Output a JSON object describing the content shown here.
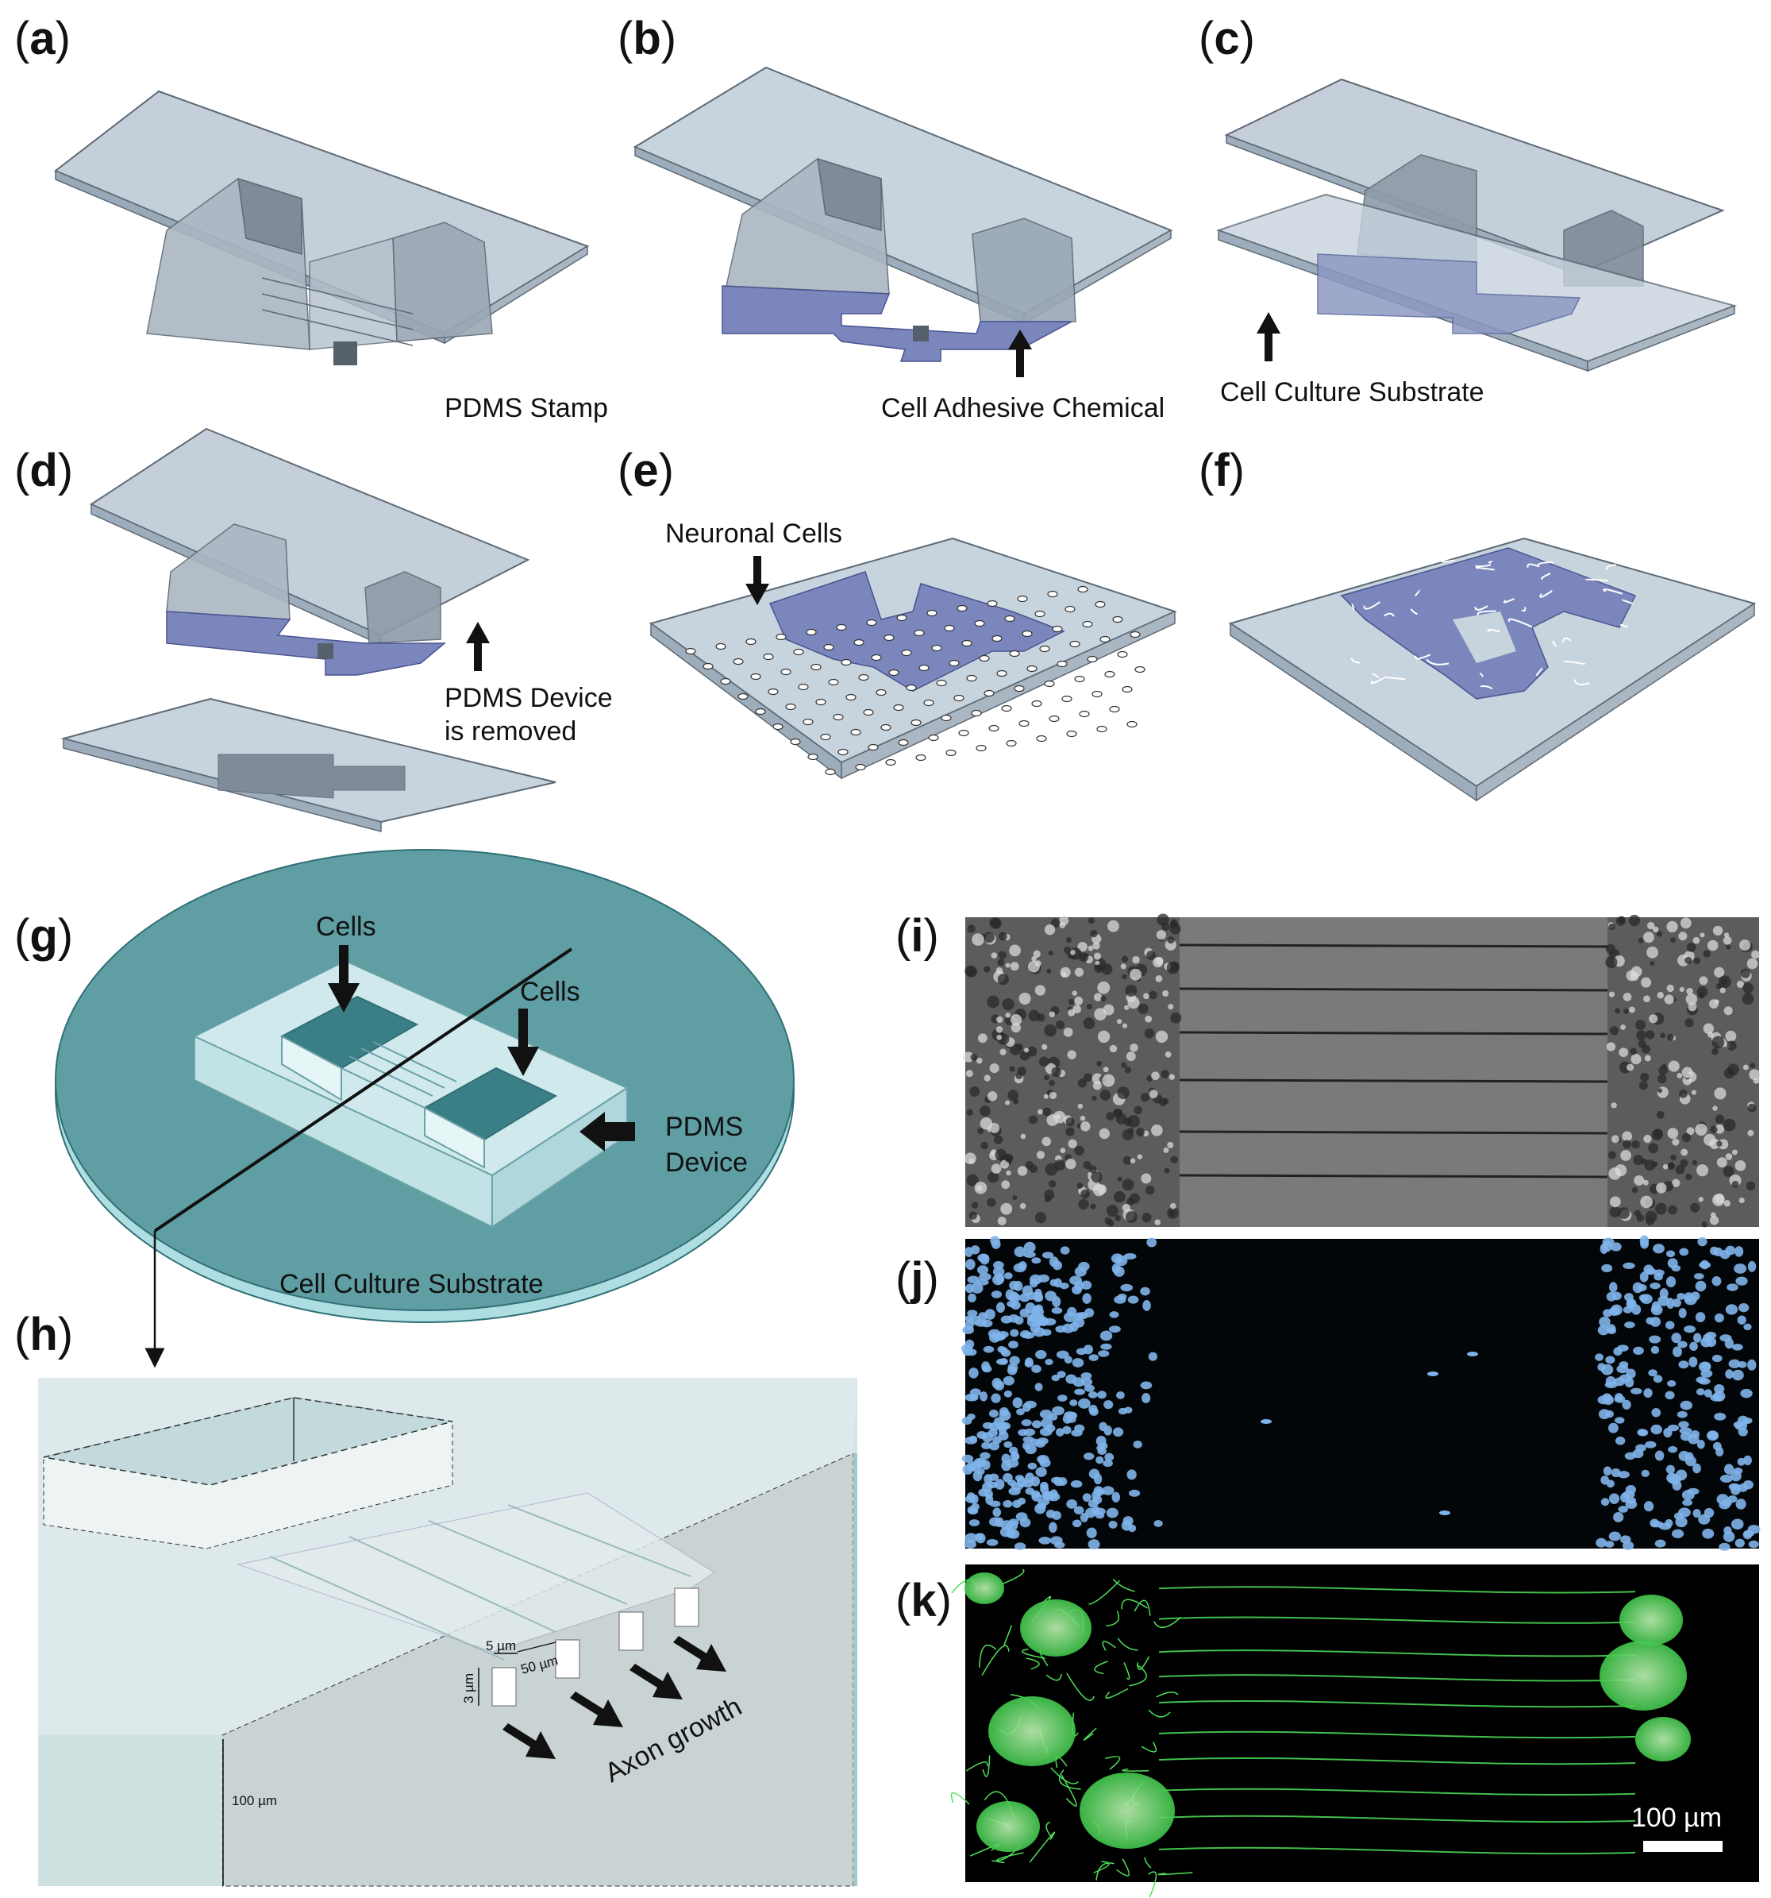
{
  "panels": {
    "a": {
      "open": "(",
      "letter": "a",
      "close": ")"
    },
    "b": {
      "open": "(",
      "letter": "b",
      "close": ")"
    },
    "c": {
      "open": "(",
      "letter": "c",
      "close": ")"
    },
    "d": {
      "open": "(",
      "letter": "d",
      "close": ")"
    },
    "e": {
      "open": "(",
      "letter": "e",
      "close": ")"
    },
    "f": {
      "open": "(",
      "letter": "f",
      "close": ")"
    },
    "g": {
      "open": "(",
      "letter": "g",
      "close": ")"
    },
    "h": {
      "open": "(",
      "letter": "h",
      "close": ")"
    },
    "i": {
      "open": "(",
      "letter": "i",
      "close": ")"
    },
    "j": {
      "open": "(",
      "letter": "j",
      "close": ")"
    },
    "k": {
      "open": "(",
      "letter": "k",
      "close": ")"
    }
  },
  "labels": {
    "pdms_stamp": "PDMS Stamp",
    "cell_adhesive": "Cell Adhesive Chemical",
    "cell_culture_substrate_c": "Cell Culture Substrate",
    "pdms_device_removed_1": "PDMS Device",
    "pdms_device_removed_2": "is removed",
    "neuronal_cells": "Neuronal Cells",
    "cells_left": "Cells",
    "cells_right": "Cells",
    "pdms_device_1": "PDMS",
    "pdms_device_2": "Device",
    "cell_culture_substrate_g": "Cell Culture Substrate",
    "dim_5um": "5 µm",
    "dim_50um": "50 µm",
    "dim_3um": "3 µm",
    "dim_100um": "100 µm",
    "axon_growth": "Axon growth",
    "scale_bar": "100 µm"
  },
  "colors": {
    "glass": "#b9c9d6",
    "glass_edge": "#5d6a76",
    "adhesive": "#7b86bd",
    "substrate_teal": "#5f9ea3",
    "device_cyan": "#d6eef0",
    "phase_gray": "#7a7a7a",
    "dapi_blue": "#7fb4ea",
    "neurite_green": "#4fe05a"
  },
  "icons": {
    "arrow": "black-arrow-icon",
    "cell": "cell-dot-icon"
  }
}
